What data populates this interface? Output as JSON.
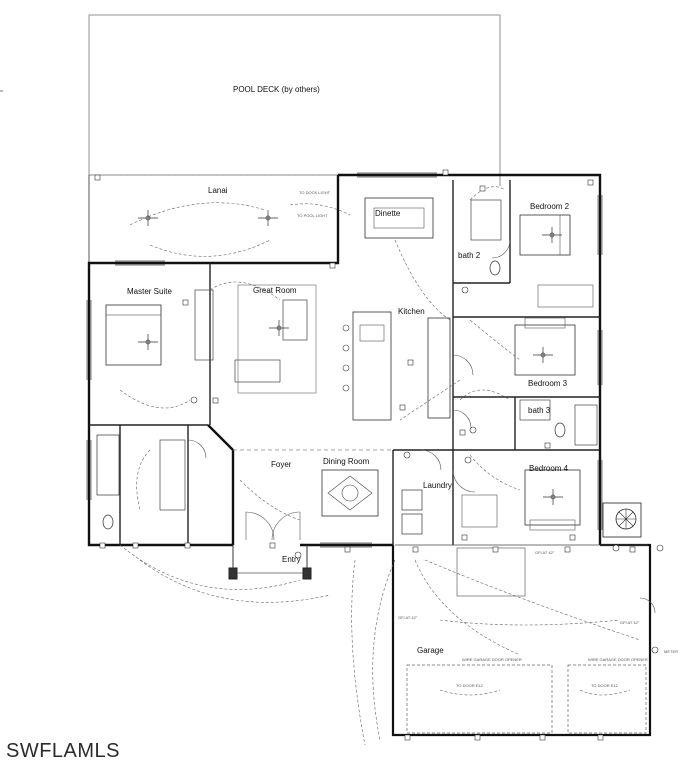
{
  "rooms": {
    "pool_deck": "POOL DECK (by others)",
    "lanai": "Lanai",
    "dinette": "Dinette",
    "bedroom2": "Bedroom 2",
    "bath2": "bath 2",
    "master_suite": "Master Suite",
    "great_room": "Great Room",
    "kitchen": "Kitchen",
    "bedroom3": "Bedroom 3",
    "bath3": "bath 3",
    "foyer": "Foyer",
    "dining_room": "Dining Room",
    "laundry": "Laundry",
    "bedroom4": "Bedroom 4",
    "entry": "Entry",
    "garage": "Garage"
  },
  "notes": {
    "to_dock_light": "TO DOCK LIGHT",
    "to_pool_light": "TO POOL LIGHT",
    "to_door_e12_left": "TO DOOR E12",
    "to_door_e12_right": "TO DOOR E12",
    "garage_opener_left": "WIRE GARAGE DOOR OPENER",
    "garage_opener_right": "WIRE GARAGE DOOR OPENER",
    "gfi_42_a": "GFI AT 42\"",
    "gfi_42_b": "GFI AT 42\"",
    "gfi_42_c": "GFI AT 42\"",
    "meter": "METER"
  },
  "watermark": "SWFLAMLS"
}
